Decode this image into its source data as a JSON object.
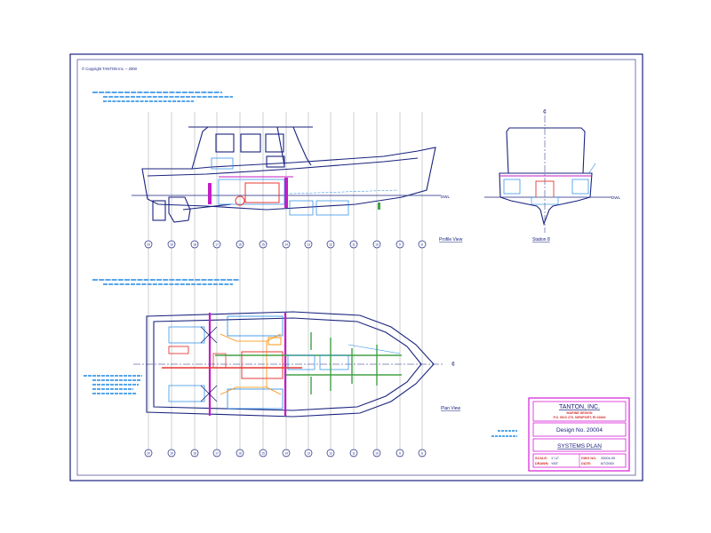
{
  "copyright": "© Copyright TANTON Inc. – 2000",
  "views": {
    "profile_label": "Profile View",
    "section_label": "Station 8",
    "plan_label": "Plan View",
    "dwl_label": "DWL",
    "centerline_symbol": "¢"
  },
  "stations": [
    "20",
    "19",
    "18",
    "17",
    "16",
    "15",
    "14",
    "13",
    "12",
    "11",
    "10",
    "9",
    "8",
    "7"
  ],
  "title_block": {
    "company": "TANTON, INC.",
    "subtitle": "MARINE DESIGN",
    "address": "P.O. BOX 270, NEWPORT, RI 02840",
    "design": "Design No. 20004",
    "drawing_title": "SYSTEMS PLAN",
    "scale_label": "SCALE:",
    "scale_value": "1\"=2'",
    "drawn_label": "DRAWN:",
    "drawn_value": "YMT",
    "dwg_label": "DWG NO.",
    "dwg_value": "20004-09",
    "date_label": "DATE:",
    "date_value": "6/7/2000"
  },
  "colors": {
    "border": "#1a237e",
    "outline": "#1a237e",
    "grid": "#9aa0a6",
    "tank": "#1e88e5",
    "fuel": "#e53935",
    "bulkhead": "#c51cc5",
    "shaft": "#43a047",
    "wiring": "#fb8c00",
    "title_frame": "#d81bd8"
  }
}
